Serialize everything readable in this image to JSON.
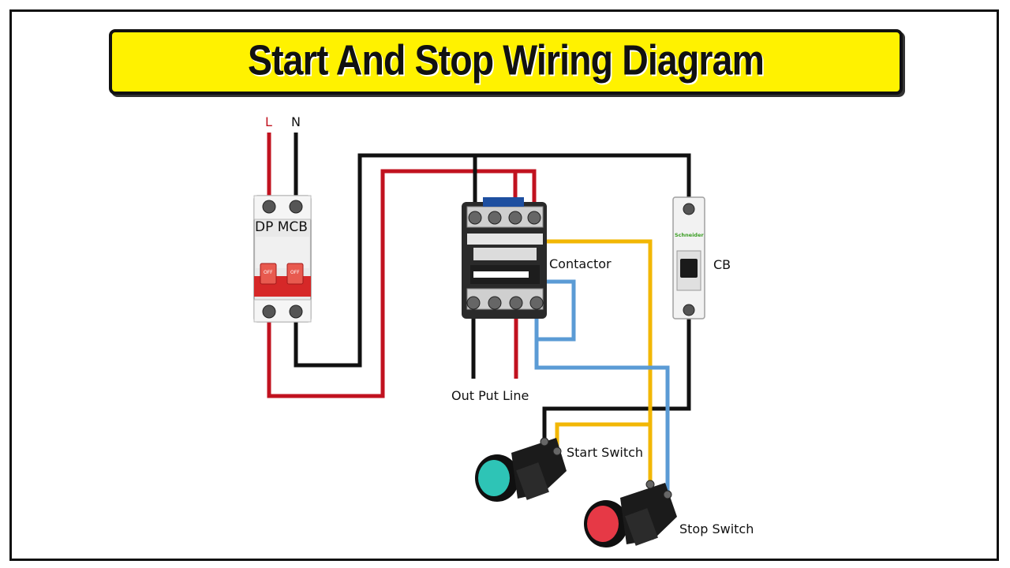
{
  "title": "Start And Stop Wiring Diagram",
  "components": {
    "mcb": {
      "label": "DP MCB",
      "off_label": "OFF"
    },
    "contactor": {
      "label": "Contactor"
    },
    "cb": {
      "label": "CB",
      "brand": "Schneider"
    },
    "start_switch": {
      "label": "Start Switch"
    },
    "stop_switch": {
      "label": "Stop Switch"
    }
  },
  "supply": {
    "line": "L",
    "neutral": "N"
  },
  "output": {
    "label": "Out Put Line"
  },
  "colors": {
    "line_wire": "#c1121f",
    "neutral_wire": "#111111",
    "control_yellow": "#f2b705",
    "control_blue": "#5b9bd5",
    "banner": "#fff200",
    "start_button": "#2ec4b6",
    "stop_button": "#e63946"
  }
}
